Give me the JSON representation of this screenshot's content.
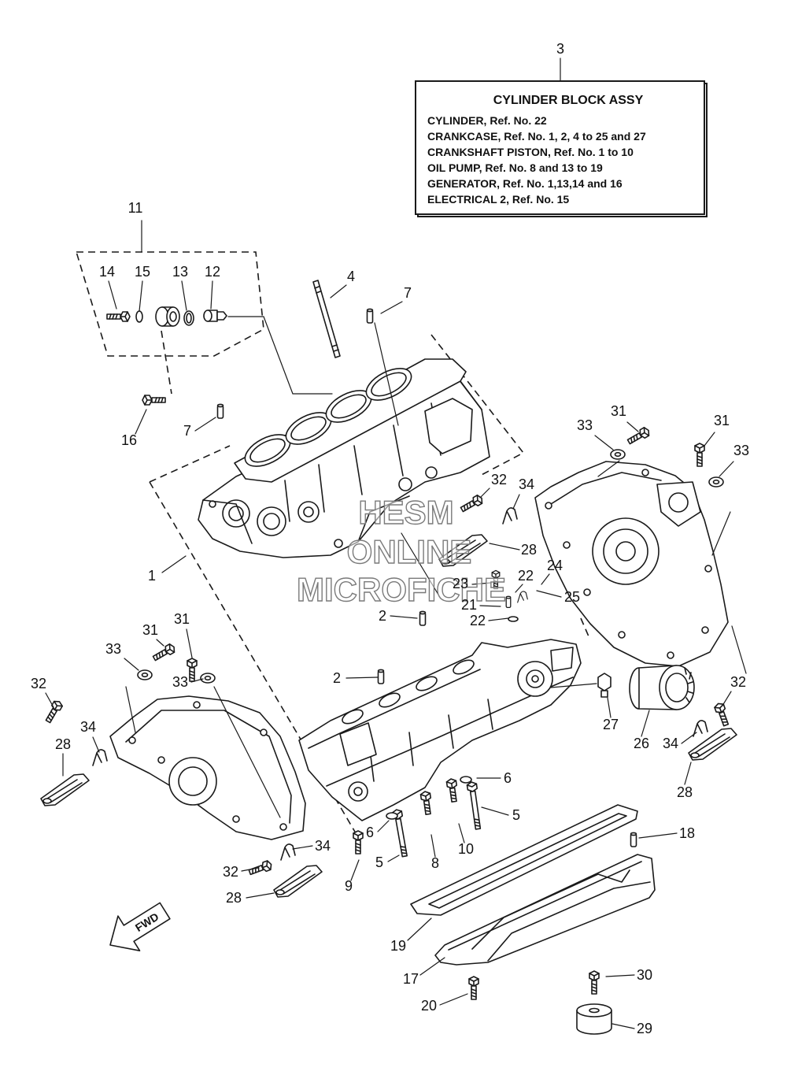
{
  "info_box": {
    "ref_number": "3",
    "title": "CYLINDER BLOCK ASSY",
    "lines": [
      "CYLINDER, Ref. No. 22",
      "CRANKCASE, Ref. No. 1, 2, 4 to 25 and 27",
      "CRANKSHAFT PISTON, Ref. No. 1 to 10",
      "OIL PUMP, Ref. No. 8 and 13 to 19",
      "GENERATOR, Ref. No. 1,13,14 and 16",
      "ELECTRICAL 2, Ref. No. 15"
    ]
  },
  "callouts": [
    "11",
    "14",
    "15",
    "13",
    "12",
    "4",
    "7",
    "16",
    "7",
    "31",
    "33",
    "31",
    "33",
    "32",
    "34",
    "1",
    "28",
    "22",
    "24",
    "23",
    "21",
    "25",
    "2",
    "22",
    "31",
    "31",
    "33",
    "33",
    "2",
    "32",
    "32",
    "34",
    "28",
    "27",
    "26",
    "34",
    "28",
    "6",
    "5",
    "6",
    "10",
    "34",
    "18",
    "32",
    "9",
    "5",
    "8",
    "28",
    "19",
    "17",
    "30",
    "20",
    "29"
  ],
  "fwd_arrow": {
    "label": "FWD"
  },
  "watermark": [
    "HESM",
    "ONLINE",
    "MICROFICHE"
  ]
}
